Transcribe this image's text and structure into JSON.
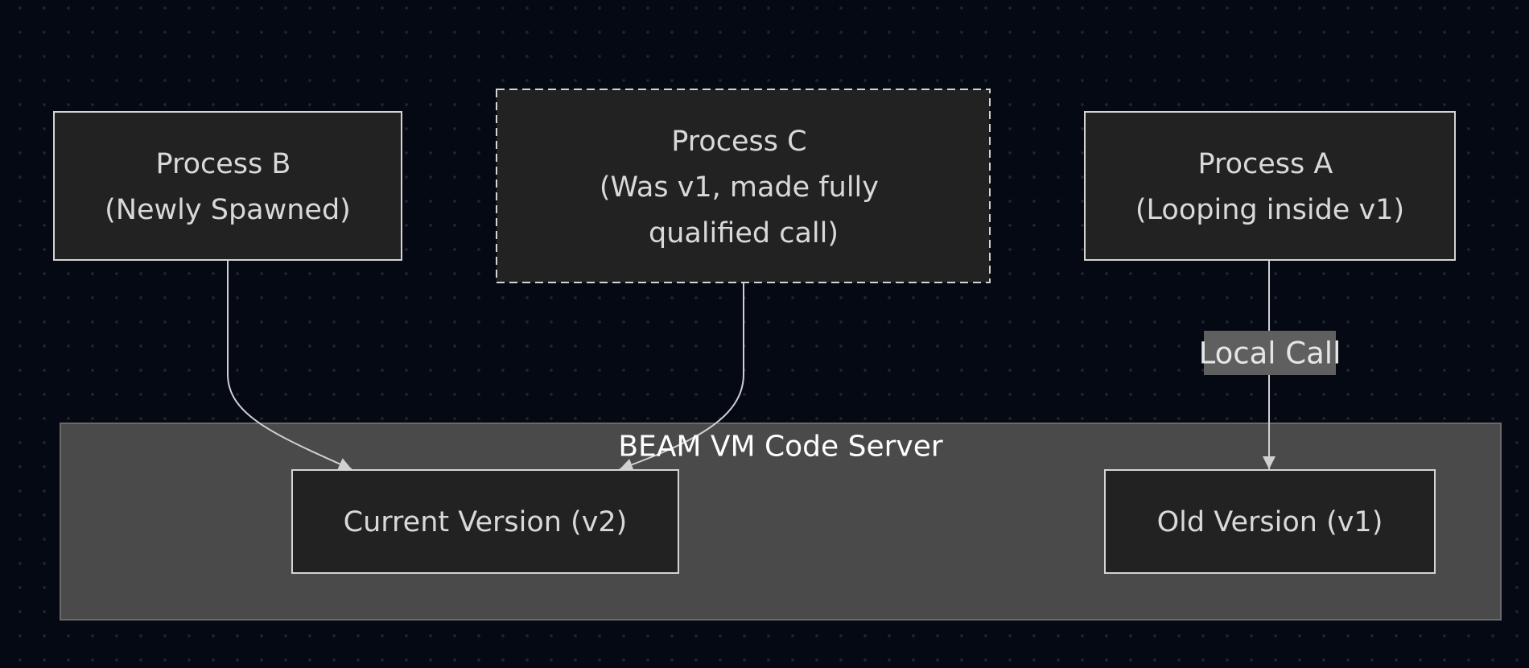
{
  "cluster": {
    "title": "BEAM VM Code Server"
  },
  "nodes": {
    "process_b": {
      "lines": [
        "Process B",
        "(Newly Spawned)"
      ]
    },
    "process_c": {
      "lines": [
        "Process C",
        "(Was v1, made fully",
        "qualified call)"
      ]
    },
    "process_a": {
      "lines": [
        "Process A",
        "(Looping inside v1)"
      ]
    },
    "current_version": {
      "lines": [
        "Current Version (v2)"
      ]
    },
    "old_version": {
      "lines": [
        "Old Version (v1)"
      ]
    }
  },
  "edges": {
    "local_call": {
      "label": "Local Call"
    }
  },
  "colors": {
    "background": "#050914",
    "node_fill": "#222222",
    "node_stroke": "#d4d4d4",
    "cluster_fill": "#4a4a4a",
    "cluster_stroke": "#6a6a6a",
    "text": "#d9d9d9",
    "title_text": "#ffffff",
    "edge": "#d0d0d0",
    "edge_label_bg": "#5f5f5f"
  }
}
